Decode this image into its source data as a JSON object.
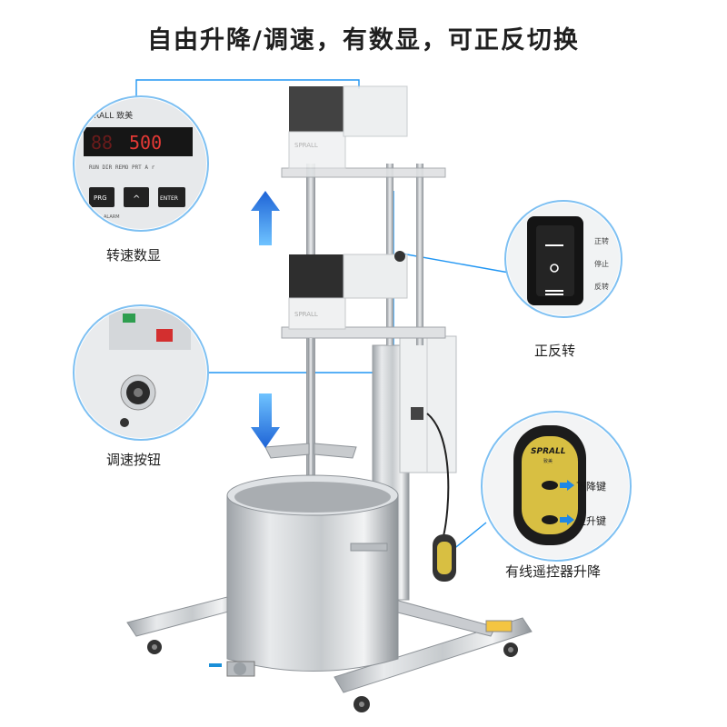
{
  "headline": "自由升降/调速，有数显，可正反切换",
  "callouts": {
    "speed_display": "转速数显",
    "speed_knob": "调速按钮",
    "direction_switch": "正反转",
    "remote_control": "有线遥控器升降"
  },
  "panel_brand": "SPRALL 致美",
  "display": {
    "digits": "8 8 5 0 0",
    "indicators": "RUN  DIR  REMO  PRT  A  r",
    "buttons": [
      "PRG",
      "^",
      "ENTER"
    ],
    "alarm": "ALARM"
  },
  "switch_labels": [
    "正转",
    "停止",
    "反转"
  ],
  "remote": {
    "brand": "SPRALL",
    "brand_sub": "致美",
    "down_key": "下降键",
    "up_key": "上升键"
  },
  "machine_brand": "SPRALL",
  "colors": {
    "arrow_blue": "#1e88e5",
    "callout_line": "#2196f3",
    "digit_red": "#e53935",
    "remote_yellow": "#d8bf42"
  }
}
